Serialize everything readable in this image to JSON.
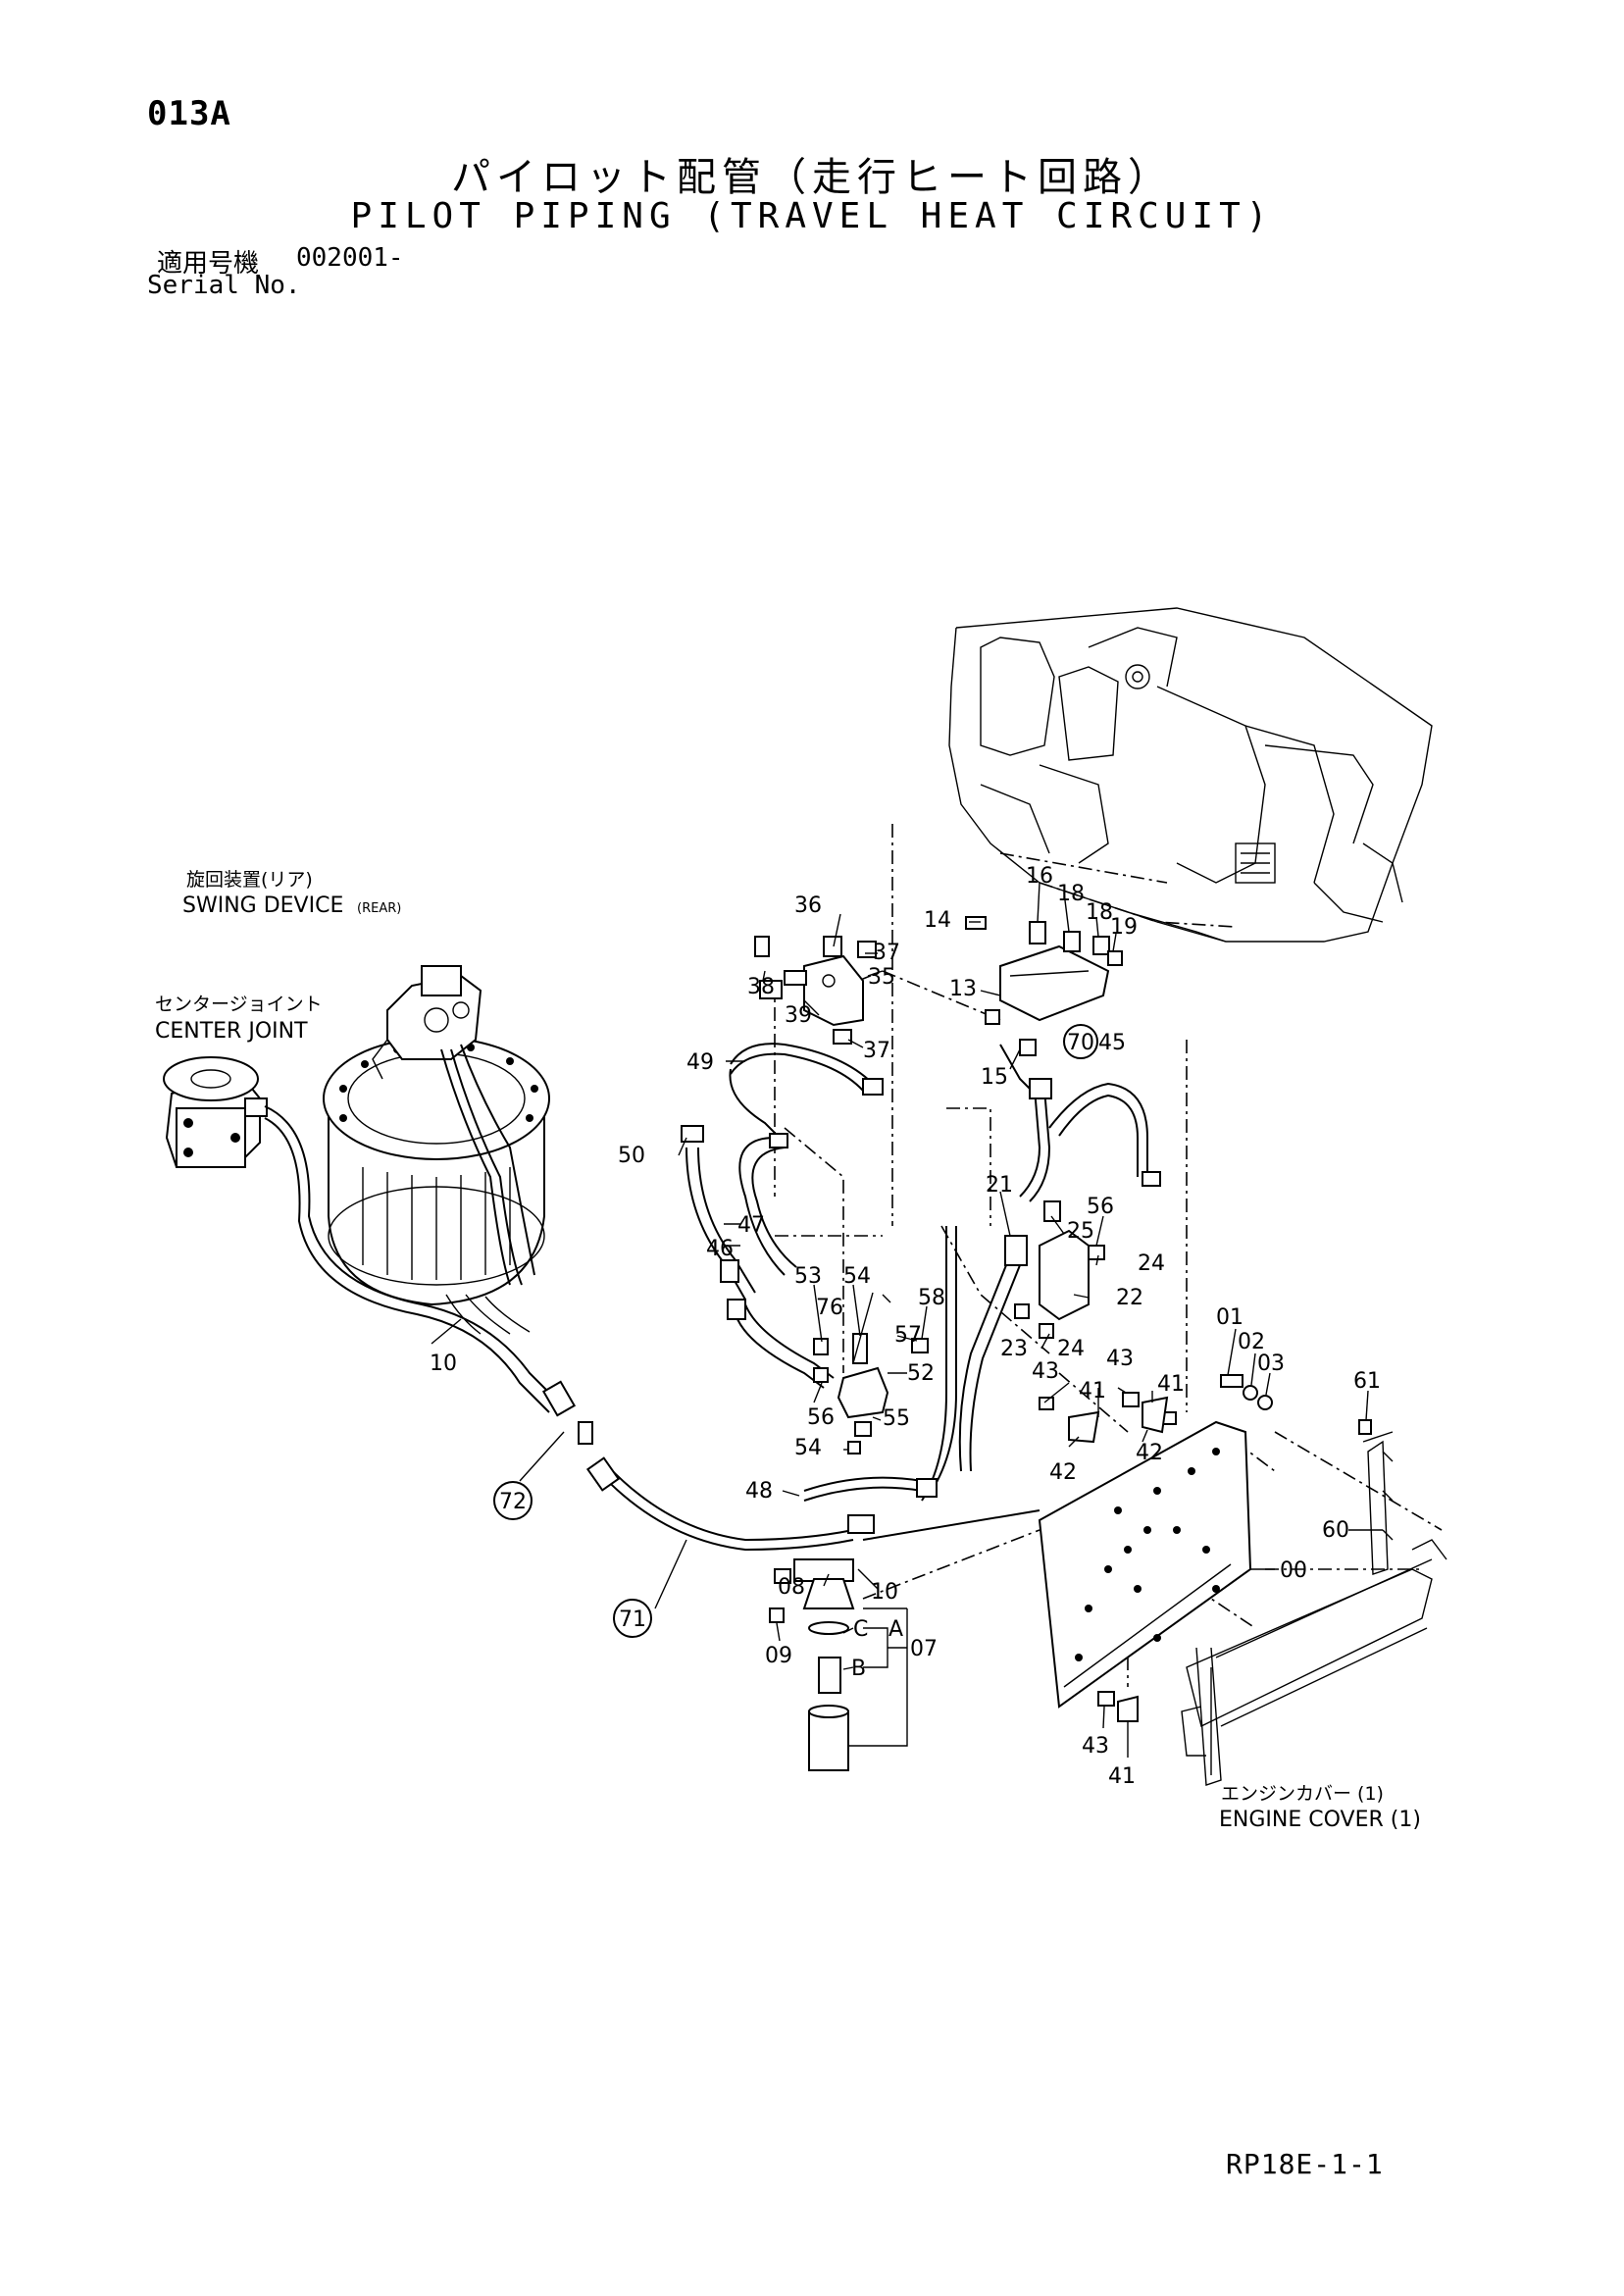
{
  "header": {
    "page_code": "013A",
    "title_jp": "パイロット配管（走行ヒート回路）",
    "title_en": "PILOT PIPING (TRAVEL HEAT CIRCUIT)",
    "serial_label_jp": "適用号機",
    "serial_value": "002001-",
    "serial_label_en": "Serial No."
  },
  "footer": {
    "code": "RP18E-1-1"
  },
  "captions": {
    "swing_device_jp": "旋回装置(リア)",
    "swing_device_en": "SWING DEVICE",
    "swing_device_en_sub": "(REAR)",
    "center_joint_jp": "センタージョイント",
    "center_joint_en": "CENTER JOINT",
    "engine_cover_jp": "エンジンカバー (1)",
    "engine_cover_en": "ENGINE COVER (1)"
  },
  "part_numbers": {
    "p36": "36",
    "p37a": "37",
    "p35": "35",
    "p38": "38",
    "p39": "39",
    "p37b": "37",
    "p16": "16",
    "p18a": "18",
    "p18b": "18",
    "p19": "19",
    "p14": "14",
    "p13": "13",
    "p15": "15",
    "p45": "45",
    "p49": "49",
    "p50": "50",
    "p47": "47",
    "p46": "46",
    "p21": "21",
    "p25": "25",
    "p56a": "56",
    "p24a": "24",
    "p22": "22",
    "p53": "53",
    "p54a": "54",
    "p76": "76",
    "p58": "58",
    "p57": "57",
    "p52": "52",
    "p56b": "56",
    "p55": "55",
    "p54b": "54",
    "p23": "23",
    "p24b": "24",
    "p43a": "43",
    "p43b": "43",
    "p41a": "41",
    "p41b": "41",
    "p42a": "42",
    "p42b": "42",
    "p01": "01",
    "p02": "02",
    "p03": "03",
    "p61": "61",
    "p60": "60",
    "p00": "00",
    "p48": "48",
    "p10a": "10",
    "p10b": "10",
    "p08": "08",
    "p09": "09",
    "p07": "07",
    "pA": "A",
    "pB": "B",
    "pC": "C",
    "p43c": "43",
    "p41c": "41",
    "c70": "70",
    "c71": "71",
    "c72": "72"
  }
}
